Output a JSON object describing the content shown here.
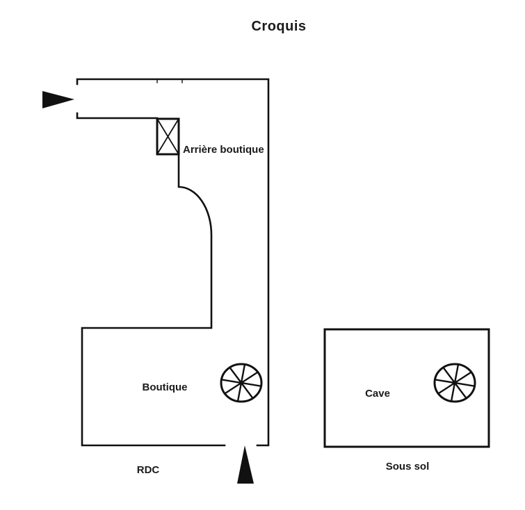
{
  "title": "Croquis",
  "colors": {
    "line": "#111111",
    "fill_arrow": "#111111",
    "background": "#ffffff",
    "text": "#1a1a1a"
  },
  "rdc": {
    "floor_label": "RDC",
    "boutique_label": "Boutique",
    "arriere_boutique_label": "Arrière boutique"
  },
  "sous_sol": {
    "floor_label": "Sous sol",
    "cave_label": "Cave"
  },
  "icons": {
    "spiral_staircase": "spiral-staircase-icon",
    "entrance_arrow": "entrance-arrow-icon",
    "crossed_box": "crossed-box-symbol"
  }
}
